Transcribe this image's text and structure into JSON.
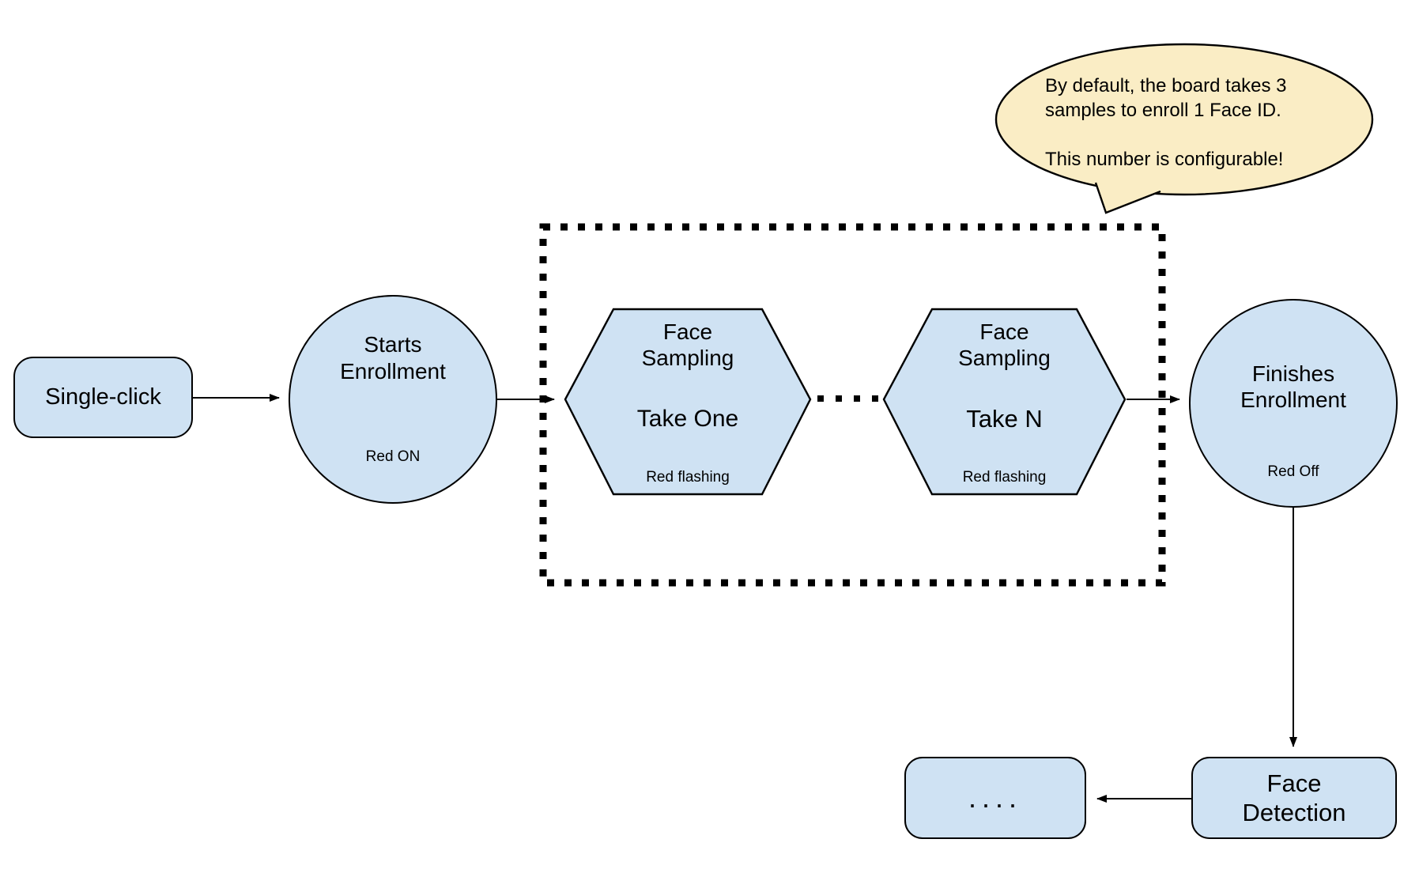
{
  "nodes": {
    "single_click": {
      "label": "Single-click"
    },
    "starts_enrollment": {
      "label": "Starts\nEnrollment",
      "status": "Red ON"
    },
    "face_sampling_one": {
      "title": "Face\nSampling",
      "take": "Take One",
      "status": "Red flashing"
    },
    "face_sampling_n": {
      "title": "Face\nSampling",
      "take": "Take N",
      "status": "Red flashing"
    },
    "finishes_enrollment": {
      "label": "Finishes\nEnrollment",
      "status": "Red Off"
    },
    "face_detection": {
      "label": "Face\nDetection"
    },
    "continuation": {
      "label": "...."
    }
  },
  "annotation": {
    "text": "By default, the board takes 3\nsamples to enroll 1 Face ID.\n\nThis number is configurable!"
  },
  "colors": {
    "node_fill": "#cfe2f3",
    "node_stroke": "#000000",
    "annotation_fill": "#faedc5",
    "annotation_stroke": "#000000",
    "connector": "#000000"
  }
}
